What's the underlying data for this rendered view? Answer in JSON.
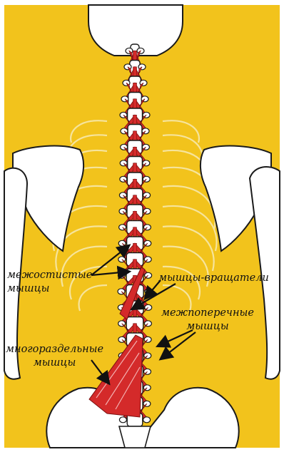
{
  "colors": {
    "background": "#f2c31c",
    "bone": "#ffffff",
    "bone_outline": "#1a1a1a",
    "muscle": "#d42a2a",
    "rib_lines": "#f7e6a3",
    "arrow": "#111111"
  },
  "labels": {
    "interspinales": {
      "line1": "межостистые",
      "line2": "мышцы"
    },
    "rotatores": {
      "line1": "мышцы-вращатели"
    },
    "intertransversarii": {
      "line1": "межпоперечные",
      "line2": "мышцы"
    },
    "multifidus": {
      "line1": "многораздельные",
      "line2": "мышцы"
    }
  }
}
